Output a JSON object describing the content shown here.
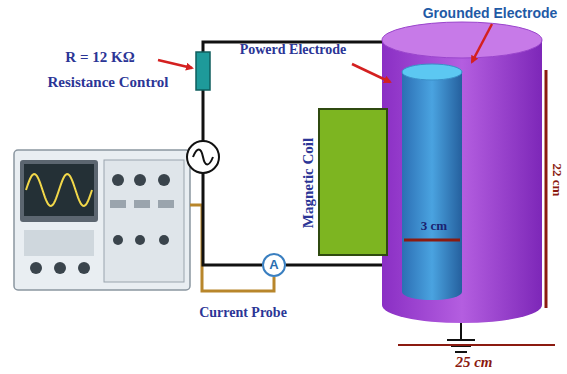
{
  "diagram": {
    "nodes": [
      {
        "text": [
          "Magnetic Coil"
        ]
      },
      {
        "text": [
          "A"
        ]
      }
    ],
    "labels": [
      "Grounded Electrode",
      "Powerd Electrode",
      "R = 12 KΩ",
      "Resistance Control",
      "3 cm",
      "22 cm",
      "25 cm",
      "Current Probe"
    ]
  }
}
